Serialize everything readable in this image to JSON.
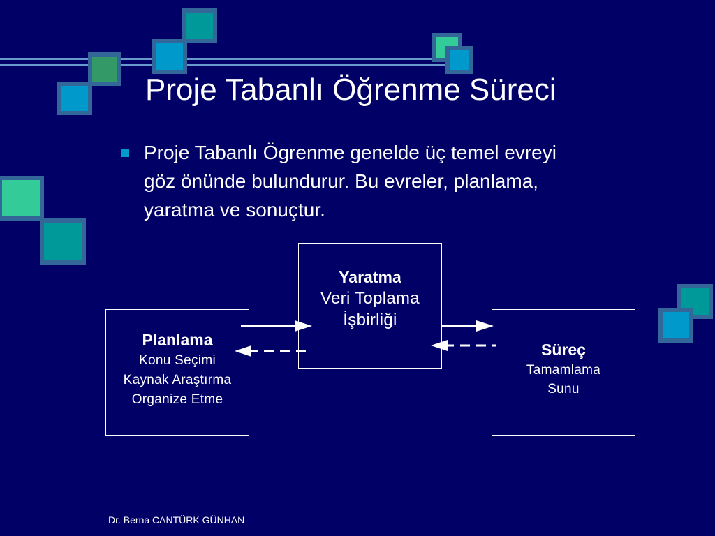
{
  "slide": {
    "title": "Proje Tabanlı Öğrenme Süreci",
    "bullet": {
      "lines": [
        "Proje Tabanlı Ögrenme genelde üç temel evreyi",
        "göz önünde bulundurur. Bu evreler, planlama,",
        "yaratma ve sonuçtur."
      ]
    },
    "footer": "Dr. Berna CANTÜRK GÜNHAN"
  },
  "diagram": {
    "yaratma": {
      "head": "Yaratma",
      "lines": [
        "Veri Toplama",
        "İşbirliği"
      ]
    },
    "planlama": {
      "head": "Planlama",
      "lines": [
        "Konu Seçimi",
        "Kaynak Araştırma",
        "Organize Etme"
      ]
    },
    "surec": {
      "head": "Süreç",
      "lines": [
        "Tamamlama",
        "Sunu"
      ]
    }
  },
  "colors": {
    "background": "#000066",
    "bullet": "#0099cc",
    "square_teal": "#009999",
    "square_blue": "#0099cc",
    "square_green": "#33cc99",
    "square_olive": "#339966",
    "square_border": "#336699"
  }
}
